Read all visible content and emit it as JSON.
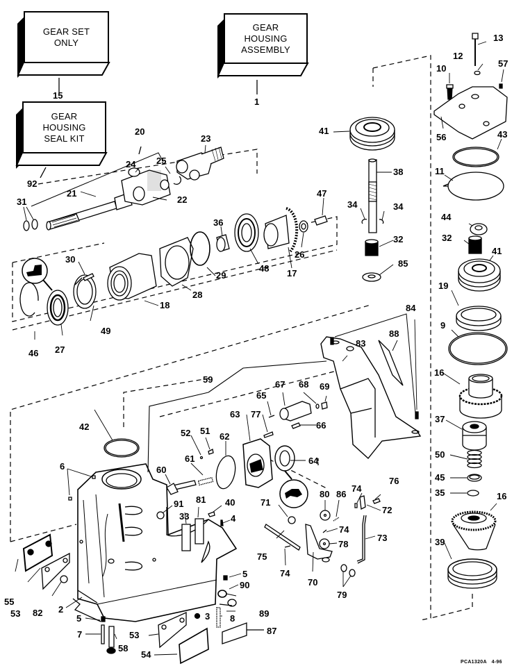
{
  "diagram": {
    "title": "Gear Housing Exploded Parts Diagram",
    "kits": [
      {
        "id": "gear-set-only",
        "lines": [
          "GEAR SET",
          "ONLY"
        ],
        "part": "15"
      },
      {
        "id": "gear-housing-seal-kit",
        "lines": [
          "GEAR",
          "HOUSING",
          "SEAL KIT"
        ],
        "part": "92"
      },
      {
        "id": "gear-housing-assembly",
        "lines": [
          "GEAR",
          "HOUSING",
          "ASSEMBLY"
        ],
        "part": "1"
      }
    ],
    "callouts": {
      "p1": "1",
      "p2": "2",
      "p3": "3",
      "p4": "4",
      "p5a": "5",
      "p5b": "5",
      "p6": "6",
      "p7": "7",
      "p8": "8",
      "p9": "9",
      "p10": "10",
      "p11": "11",
      "p12": "12",
      "p13": "13",
      "p15": "15",
      "p16a": "16",
      "p16b": "16",
      "p17": "17",
      "p18": "18",
      "p19": "19",
      "p20": "20",
      "p21": "21",
      "p22": "22",
      "p23": "23",
      "p24": "24",
      "p25": "25",
      "p26": "26",
      "p27": "27",
      "p28": "28",
      "p29": "29",
      "p30": "30",
      "p31": "31",
      "p32a": "32",
      "p32b": "32",
      "p33": "33",
      "p34a": "34",
      "p34b": "34",
      "p35": "35",
      "p36": "36",
      "p37": "37",
      "p38": "38",
      "p39": "39",
      "p40": "40",
      "p41a": "41",
      "p41b": "41",
      "p42": "42",
      "p43": "43",
      "p44": "44",
      "p45": "45",
      "p46": "46",
      "p47": "47",
      "p48": "48",
      "p49": "49",
      "p50": "50",
      "p51": "51",
      "p52": "52",
      "p53a": "53",
      "p53b": "53",
      "p54": "54",
      "p55": "55",
      "p56": "56",
      "p57": "57",
      "p58": "58",
      "p59": "59",
      "p60": "60",
      "p61": "61",
      "p62": "62",
      "p63": "63",
      "p64": "64",
      "p65": "65",
      "p66": "66",
      "p67": "67",
      "p68": "68",
      "p69": "69",
      "p70": "70",
      "p71": "71",
      "p72": "72",
      "p73": "73",
      "p74a": "74",
      "p74b": "74",
      "p74c": "74",
      "p75": "75",
      "p76": "76",
      "p77": "77",
      "p78": "78",
      "p79": "79",
      "p80": "80",
      "p81": "81",
      "p82": "82",
      "p83": "83",
      "p84": "84",
      "p85": "85",
      "p86": "86",
      "p87": "87",
      "p88": "88",
      "p89": "89",
      "p90": "90",
      "p91": "91",
      "p92": "92"
    },
    "icons": [
      "seal-tool-icon",
      "seal-tool-icon"
    ],
    "footer": {
      "code": "PCA1320A",
      "date": "4-96"
    }
  }
}
